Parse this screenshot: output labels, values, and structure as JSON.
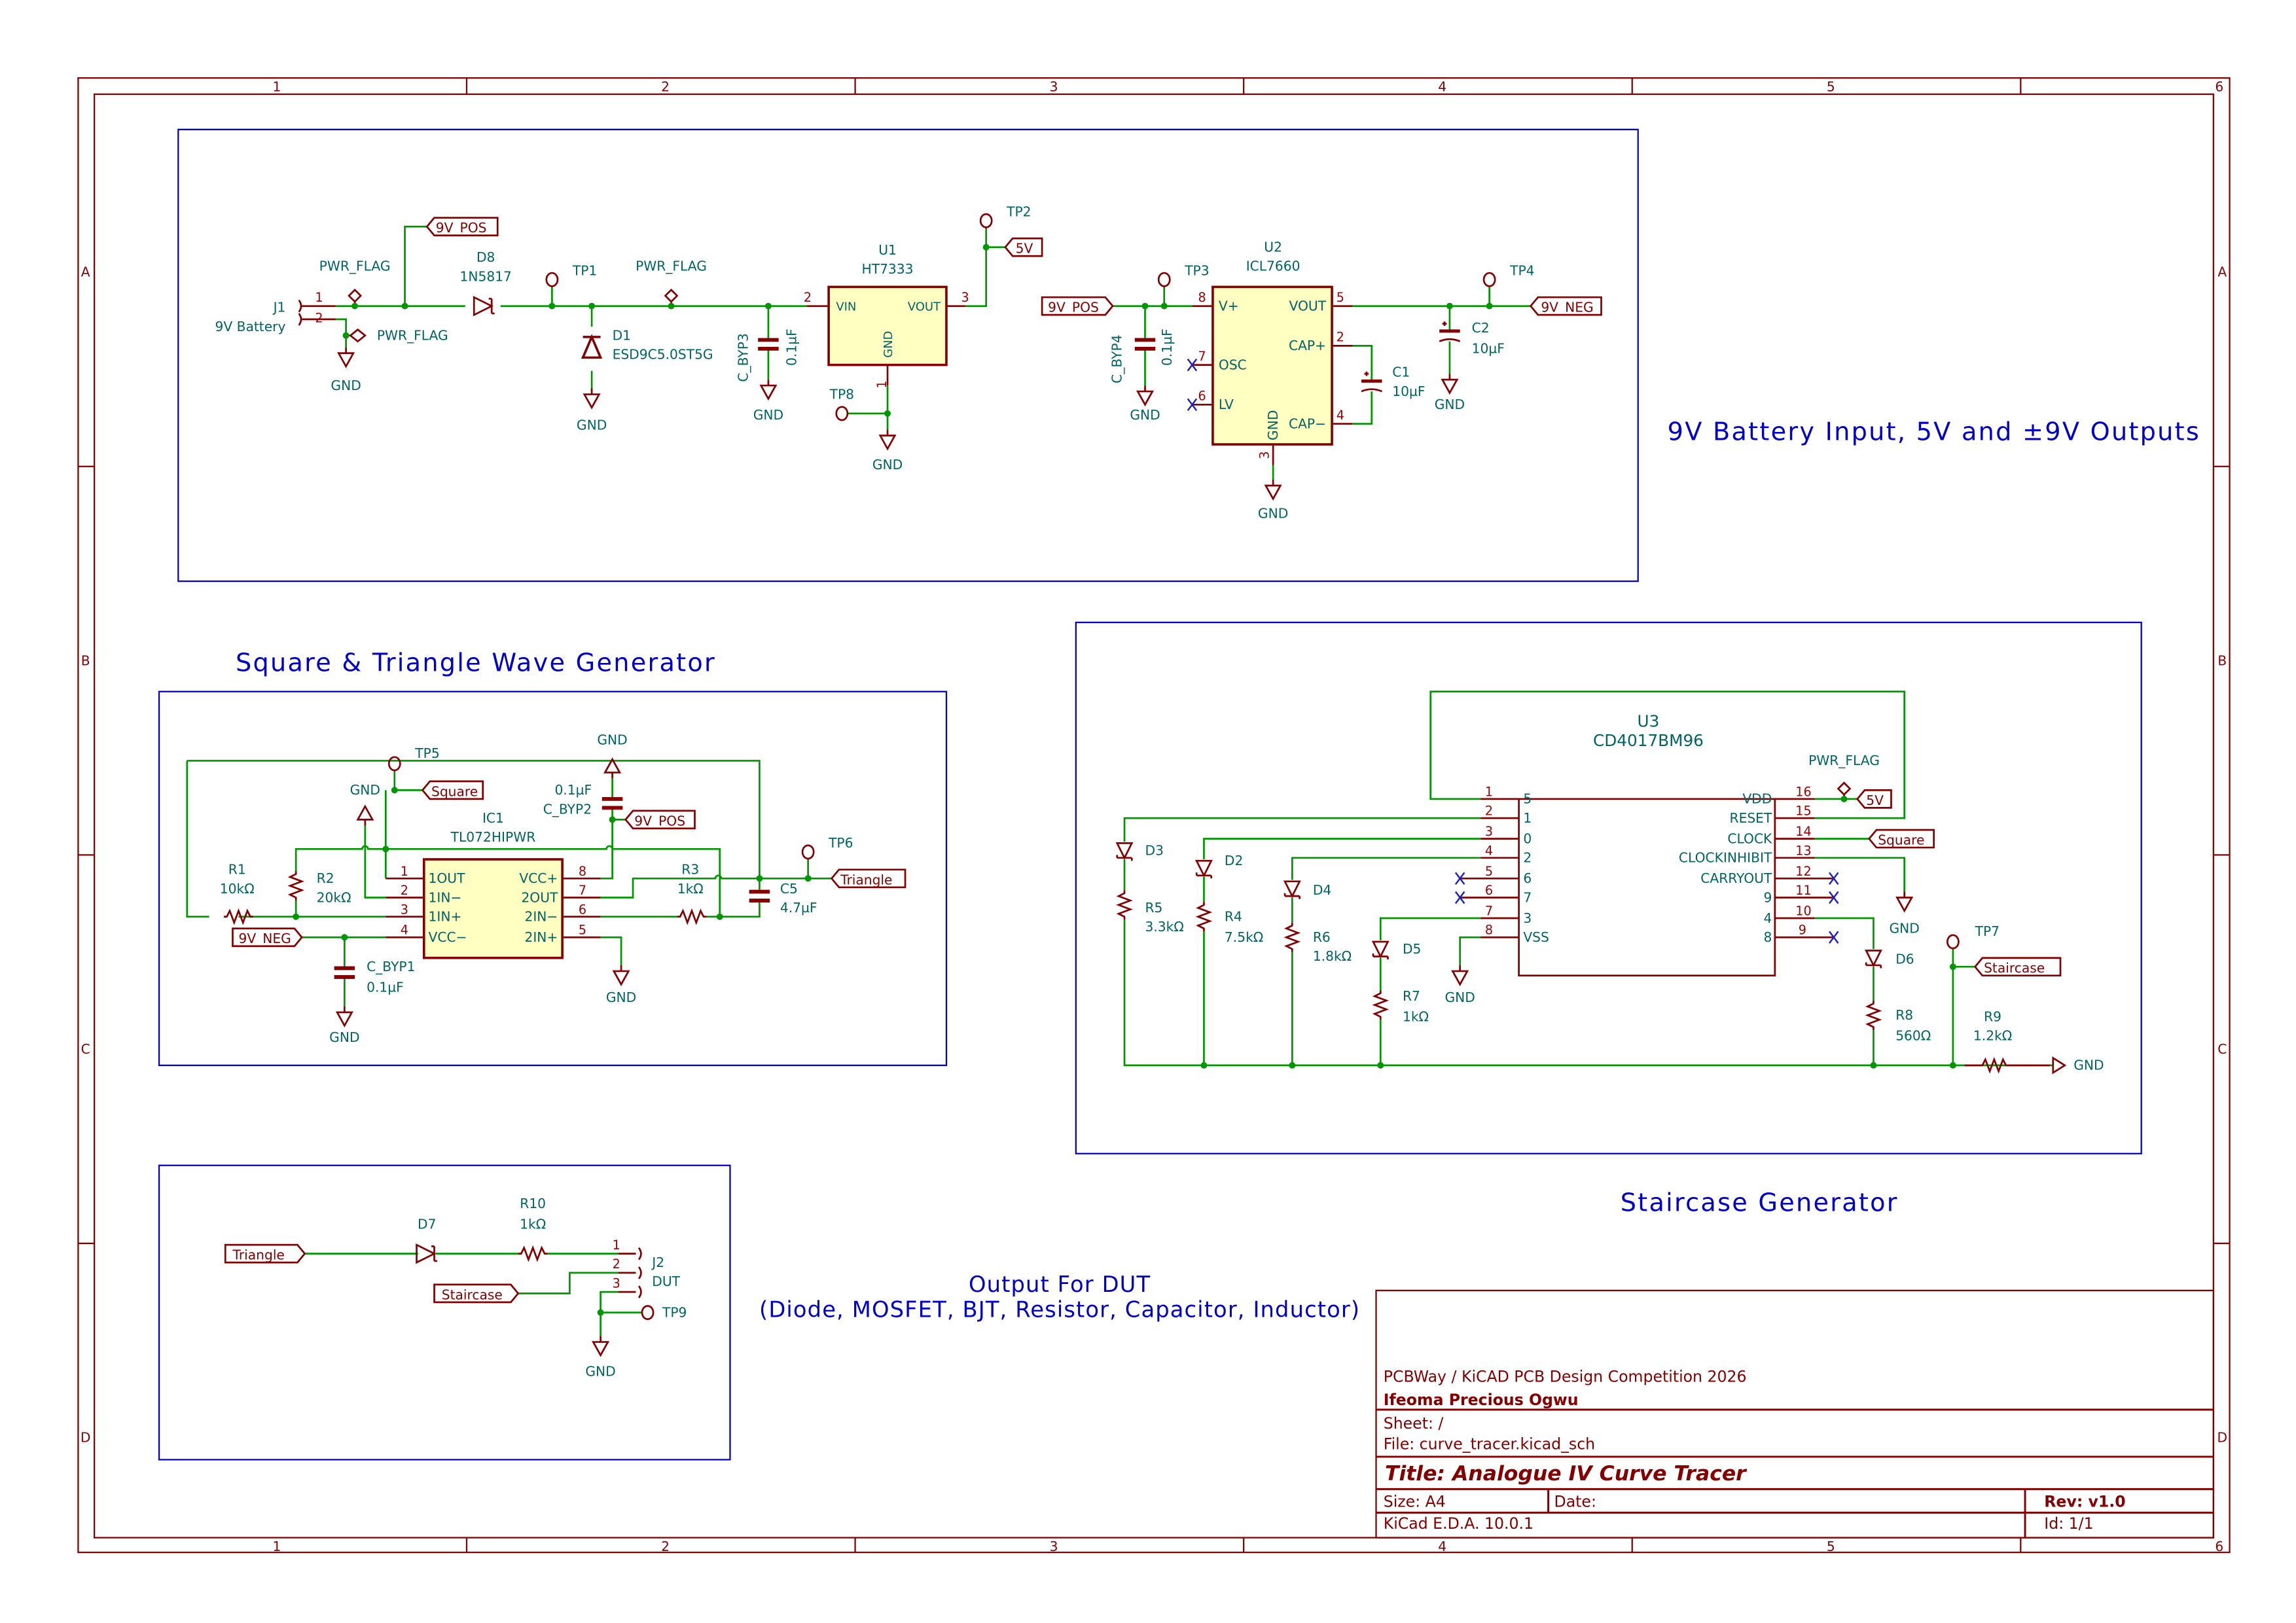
{
  "frame": {
    "columns": [
      "1",
      "2",
      "3",
      "4",
      "5",
      "6"
    ],
    "rows": [
      "A",
      "B",
      "C",
      "D"
    ]
  },
  "title_block": {
    "company": "PCBWay / KiCAD PCB Design Competition 2026",
    "author": "Ifeoma Precious Ogwu",
    "sheet": "Sheet: /",
    "file": "File: curve_tracer.kicad_sch",
    "title": "Title: Analogue IV Curve Tracer",
    "size": "Size: A4",
    "date": "Date:",
    "rev": "Rev: v1.0",
    "tool": "KiCad E.D.A. 10.0.1",
    "id": "Id: 1/1"
  },
  "sections": {
    "power": "9V Battery Input, 5V and ±9V Outputs",
    "wavegen": "Square & Triangle Wave Generator",
    "staircase": "Staircase Generator",
    "dut_line1": "Output For DUT",
    "dut_line2": "(Diode, MOSFET, BJT, Resistor, Capacitor, Inductor)"
  },
  "labels": {
    "gnd": "GND",
    "pwr_flag": "PWR_FLAG",
    "v9pos": "9V_POS",
    "v9neg": "9V_NEG",
    "v5": "5V",
    "square": "Square",
    "triangle": "Triangle",
    "staircase": "Staircase"
  },
  "power": {
    "J1": {
      "ref": "J1",
      "value": "9V Battery",
      "pin1": "1",
      "pin2": "2"
    },
    "D8": {
      "ref": "D8",
      "value": "1N5817"
    },
    "D1": {
      "ref": "D1",
      "value": "ESD9C5.0ST5G"
    },
    "C_BYP3": {
      "ref": "C_BYP3",
      "value": "0.1µF"
    },
    "U1": {
      "ref": "U1",
      "value": "HT7333",
      "vin": "VIN",
      "vout": "VOUT",
      "gnd": "GND",
      "n_vin": "2",
      "n_vout": "3",
      "n_gnd": "1"
    },
    "TP1": "TP1",
    "TP2": "TP2",
    "TP8": "TP8",
    "TP3": "TP3",
    "TP4": "TP4",
    "C_BYP4": {
      "ref": "C_BYP4",
      "value": "0.1µF"
    },
    "U2": {
      "ref": "U2",
      "value": "ICL7660",
      "vplus": "V+",
      "osc": "OSC",
      "lv": "LV",
      "gnd": "GND",
      "vout": "VOUT",
      "capp": "CAP+",
      "capm": "CAP−",
      "n_vplus": "8",
      "n_osc": "7",
      "n_lv": "6",
      "n_gnd": "3",
      "n_vout": "5",
      "n_capp": "2",
      "n_capm": "4"
    },
    "C1": {
      "ref": "C1",
      "value": "10µF"
    },
    "C2": {
      "ref": "C2",
      "value": "10µF"
    }
  },
  "wavegen": {
    "IC1": {
      "ref": "IC1",
      "value": "TL072HIPWR",
      "left": [
        {
          "n": "1",
          "name": "1OUT"
        },
        {
          "n": "2",
          "name": "1IN−"
        },
        {
          "n": "3",
          "name": "1IN+"
        },
        {
          "n": "4",
          "name": "VCC−"
        }
      ],
      "right": [
        {
          "n": "8",
          "name": "VCC+"
        },
        {
          "n": "7",
          "name": "2OUT"
        },
        {
          "n": "6",
          "name": "2IN−"
        },
        {
          "n": "5",
          "name": "2IN+"
        }
      ]
    },
    "R1": {
      "ref": "R1",
      "value": "10kΩ"
    },
    "R2": {
      "ref": "R2",
      "value": "20kΩ"
    },
    "R3": {
      "ref": "R3",
      "value": "1kΩ"
    },
    "C5": {
      "ref": "C5",
      "value": "4.7µF"
    },
    "C_BYP1": {
      "ref": "C_BYP1",
      "value": "0.1µF"
    },
    "C_BYP2": {
      "ref": "C_BYP2",
      "value": "0.1µF"
    },
    "TP5": "TP5",
    "TP6": "TP6"
  },
  "staircase": {
    "U3": {
      "ref": "U3",
      "value": "CD4017BM96",
      "left": [
        {
          "n": "1",
          "name": "5"
        },
        {
          "n": "2",
          "name": "1"
        },
        {
          "n": "3",
          "name": "0"
        },
        {
          "n": "4",
          "name": "2"
        },
        {
          "n": "5",
          "name": "6"
        },
        {
          "n": "6",
          "name": "7"
        },
        {
          "n": "7",
          "name": "3"
        },
        {
          "n": "8",
          "name": "VSS"
        }
      ],
      "right": [
        {
          "n": "16",
          "name": "VDD"
        },
        {
          "n": "15",
          "name": "RESET"
        },
        {
          "n": "14",
          "name": "CLOCK"
        },
        {
          "n": "13",
          "name": "CLOCKINHIBIT"
        },
        {
          "n": "12",
          "name": "CARRYOUT"
        },
        {
          "n": "11",
          "name": "9"
        },
        {
          "n": "10",
          "name": "4"
        },
        {
          "n": "9",
          "name": "8"
        }
      ]
    },
    "D2": "D2",
    "D3": "D3",
    "D4": "D4",
    "D5": "D5",
    "D6": "D6",
    "R4": {
      "ref": "R4",
      "value": "7.5kΩ"
    },
    "R5": {
      "ref": "R5",
      "value": "3.3kΩ"
    },
    "R6": {
      "ref": "R6",
      "value": "1.8kΩ"
    },
    "R7": {
      "ref": "R7",
      "value": "1kΩ"
    },
    "R8": {
      "ref": "R8",
      "value": "560Ω"
    },
    "R9": {
      "ref": "R9",
      "value": "1.2kΩ"
    },
    "TP7": "TP7"
  },
  "dut": {
    "D7": "D7",
    "R10": {
      "ref": "R10",
      "value": "1kΩ"
    },
    "J2": {
      "ref": "J2",
      "value": "DUT",
      "pins": [
        "1",
        "2",
        "3"
      ]
    },
    "TP9": "TP9"
  }
}
